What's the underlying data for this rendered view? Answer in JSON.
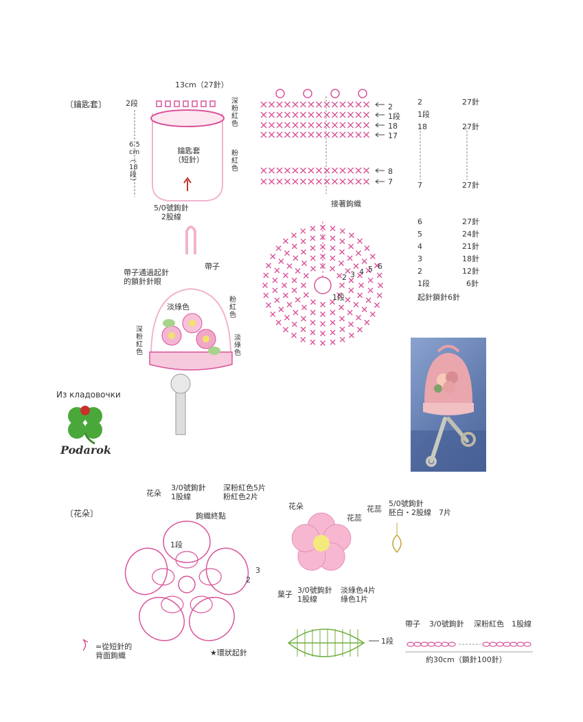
{
  "colors": {
    "pink": "#d9539a",
    "lightpink": "#f1b4cf",
    "green": "#6fae3f",
    "gray": "#999999"
  },
  "keycover": {
    "section_title": "〔鑰匙套〕",
    "top_width": "13cm（27針）",
    "rows_top": "2段",
    "height": "6.5\ncm\n︵\n18\n段\n︶",
    "label_dark": "深\n粉\n紅\n色",
    "label_pink": "粉\n紅\n色",
    "body_name": "鑰匙套\n（短針）",
    "hook": "5/0號鉤針\n2股線"
  },
  "chart": {
    "row_labels": [
      "2",
      "1段",
      "18",
      "17",
      "8",
      "7"
    ],
    "join_label": "接著鉤織",
    "round_labels": [
      "1段",
      "2",
      "3",
      "4",
      "5",
      "6"
    ]
  },
  "stitch_table": [
    {
      "row": "2",
      "count": "27針"
    },
    {
      "row": "1段",
      "count": ""
    },
    {
      "row": "18",
      "count": "27針"
    },
    {
      "row": "7",
      "count": "27針"
    },
    {
      "row": "6",
      "count": "27針"
    },
    {
      "row": "5",
      "count": "24針"
    },
    {
      "row": "4",
      "count": "21針"
    },
    {
      "row": "3",
      "count": "18針"
    },
    {
      "row": "2",
      "count": "12針"
    },
    {
      "row": "1段",
      "count": "6針"
    }
  ],
  "stitch_table_footer": "起針鎖針6針",
  "illustration": {
    "strap": "帶子",
    "strap_through": "帶子通過起針\n的鎖針針眼",
    "light_green": "淡綠色",
    "pink_v": "粉\n紅\n色",
    "dark_pink_v": "深\n粉\n紅\n色",
    "light_green_v": "淡\n綠\n色"
  },
  "logo": {
    "caption": "Из кладовочки",
    "brand": "Podarok"
  },
  "flower": {
    "section_title": "〔花朵〕",
    "spec_name": "花朵",
    "spec_hook": "3/0號鉤針\n1股線",
    "spec_colors": "深粉紅色5片\n粉紅色2片",
    "end_point": "鉤織終點",
    "round1": "1段",
    "r2": "2",
    "r3": "3",
    "legend": "=從短針的\n背面鉤織",
    "ring": "★環狀起針"
  },
  "flower_pic": {
    "flower": "花朵",
    "center": "花蕊"
  },
  "stamen": {
    "name": "花蕊",
    "spec": "5/0號鉤針\n胚白・2股線　7片"
  },
  "leaf": {
    "name": "葉子",
    "hook": "3/0號鉤針\n1股線",
    "colors": "淡綠色4片\n綠色1片",
    "row": "1段"
  },
  "strap_spec": {
    "name": "帶子",
    "hook": "3/0號鉤針",
    "color": "深粉紅色　1股線",
    "length": "約30cm（鎖針100針）"
  }
}
